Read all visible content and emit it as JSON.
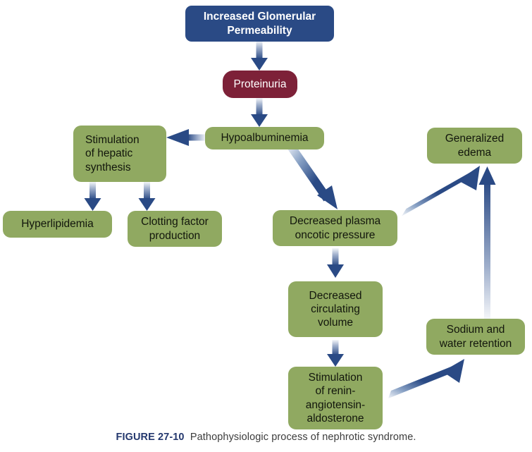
{
  "figure": {
    "label": "FIGURE 27-10",
    "caption": "Pathophysiologic process of nephrotic syndrome.",
    "colors": {
      "blue_box": "#2a4a85",
      "maroon_box": "#7d2138",
      "green_box": "#90a961",
      "arrow_blue": "#2a4a85",
      "arrow_tail": "#f2f4f7",
      "caption_label": "#24386e",
      "caption_text": "#3c3c3c",
      "background": "#ffffff"
    }
  },
  "nodes": [
    {
      "id": "increased-glomerular-permeability",
      "label": "Increased Glomerular\nPermeability",
      "style": "blue"
    },
    {
      "id": "proteinuria",
      "label": "Proteinuria",
      "style": "maroon"
    },
    {
      "id": "hypoalbuminemia",
      "label": "Hypoalbuminemia",
      "style": "green"
    },
    {
      "id": "stimulation-of-hepatic-synthesis",
      "label": "Stimulation\nof hepatic\nsynthesis",
      "style": "green"
    },
    {
      "id": "hyperlipidemia",
      "label": "Hyperlipidemia",
      "style": "green"
    },
    {
      "id": "clotting-factor-production",
      "label": "Clotting factor\nproduction",
      "style": "green"
    },
    {
      "id": "decreased-plasma-oncotic-pressure",
      "label": "Decreased plasma\noncotic pressure",
      "style": "green"
    },
    {
      "id": "generalized-edema",
      "label": "Generalized\nedema",
      "style": "green"
    },
    {
      "id": "decreased-circulating-volume",
      "label": "Decreased\ncirculating\nvolume",
      "style": "green"
    },
    {
      "id": "sodium-and-water-retention",
      "label": "Sodium and\nwater retention",
      "style": "green"
    },
    {
      "id": "stimulation-of-renin-angiotensin-aldosterone",
      "label": "Stimulation\nof renin-\nangiotensin-\naldosterone",
      "style": "green"
    }
  ],
  "edges": [
    {
      "from": "increased-glomerular-permeability",
      "to": "proteinuria",
      "direction": "down"
    },
    {
      "from": "proteinuria",
      "to": "hypoalbuminemia",
      "direction": "down"
    },
    {
      "from": "hypoalbuminemia",
      "to": "stimulation-of-hepatic-synthesis",
      "direction": "left"
    },
    {
      "from": "hypoalbuminemia",
      "to": "decreased-plasma-oncotic-pressure",
      "direction": "down-right"
    },
    {
      "from": "stimulation-of-hepatic-synthesis",
      "to": "hyperlipidemia",
      "direction": "down"
    },
    {
      "from": "stimulation-of-hepatic-synthesis",
      "to": "clotting-factor-production",
      "direction": "down"
    },
    {
      "from": "decreased-plasma-oncotic-pressure",
      "to": "generalized-edema",
      "direction": "up-right"
    },
    {
      "from": "decreased-plasma-oncotic-pressure",
      "to": "decreased-circulating-volume",
      "direction": "down"
    },
    {
      "from": "decreased-circulating-volume",
      "to": "stimulation-of-renin-angiotensin-aldosterone",
      "direction": "down"
    },
    {
      "from": "stimulation-of-renin-angiotensin-aldosterone",
      "to": "sodium-and-water-retention",
      "direction": "up-right"
    },
    {
      "from": "sodium-and-water-retention",
      "to": "generalized-edema",
      "direction": "up"
    }
  ]
}
